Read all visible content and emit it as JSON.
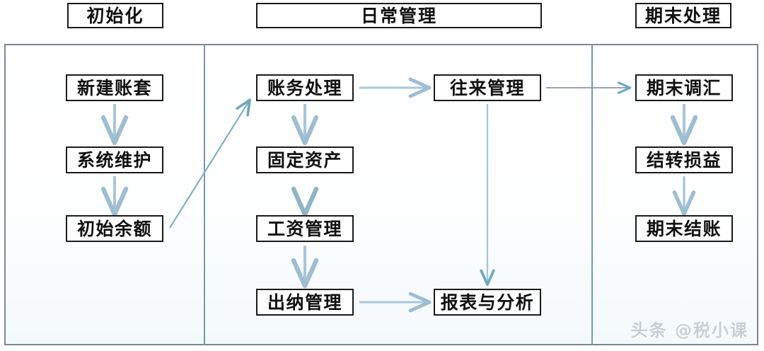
{
  "phases": [
    {
      "id": "init",
      "label": "初始化"
    },
    {
      "id": "daily",
      "label": "日常管理"
    },
    {
      "id": "period",
      "label": "期末处理"
    }
  ],
  "nodes": {
    "new_account_set": "新建账套",
    "system_maintain": "系统维护",
    "opening_balance": "初始余额",
    "accounting": "账务处理",
    "fixed_assets": "固定资产",
    "payroll": "工资管理",
    "cashier": "出纳管理",
    "receivables": "往来管理",
    "reports_analysis": "报表与分析",
    "fx_adjustment": "期末调汇",
    "profit_carryover": "结转损益",
    "period_closing": "期末结账"
  },
  "connections": [
    {
      "from": "new_account_set",
      "to": "system_maintain",
      "direction": "down"
    },
    {
      "from": "system_maintain",
      "to": "opening_balance",
      "direction": "down"
    },
    {
      "from": "opening_balance",
      "to": "accounting",
      "direction": "diagonal-up-right"
    },
    {
      "from": "accounting",
      "to": "fixed_assets",
      "direction": "down"
    },
    {
      "from": "fixed_assets",
      "to": "payroll",
      "direction": "down"
    },
    {
      "from": "payroll",
      "to": "cashier",
      "direction": "down"
    },
    {
      "from": "accounting",
      "to": "receivables",
      "direction": "right"
    },
    {
      "from": "receivables",
      "to": "reports_analysis",
      "direction": "down"
    },
    {
      "from": "cashier",
      "to": "reports_analysis",
      "direction": "right"
    },
    {
      "from": "receivables",
      "to": "fx_adjustment",
      "direction": "right"
    },
    {
      "from": "fx_adjustment",
      "to": "profit_carryover",
      "direction": "down"
    },
    {
      "from": "profit_carryover",
      "to": "period_closing",
      "direction": "down"
    }
  ],
  "colors": {
    "arrow": "#a9c6da",
    "arrow_gray": "#b7bec4",
    "arrow_teal": "#7fb1c4",
    "node_border": "#1a1a1a",
    "panel_border": "#7b8794",
    "divider": "#6f9bb0",
    "watermark": "#c9ced6"
  },
  "watermark": {
    "text": "头条 @税小课"
  }
}
